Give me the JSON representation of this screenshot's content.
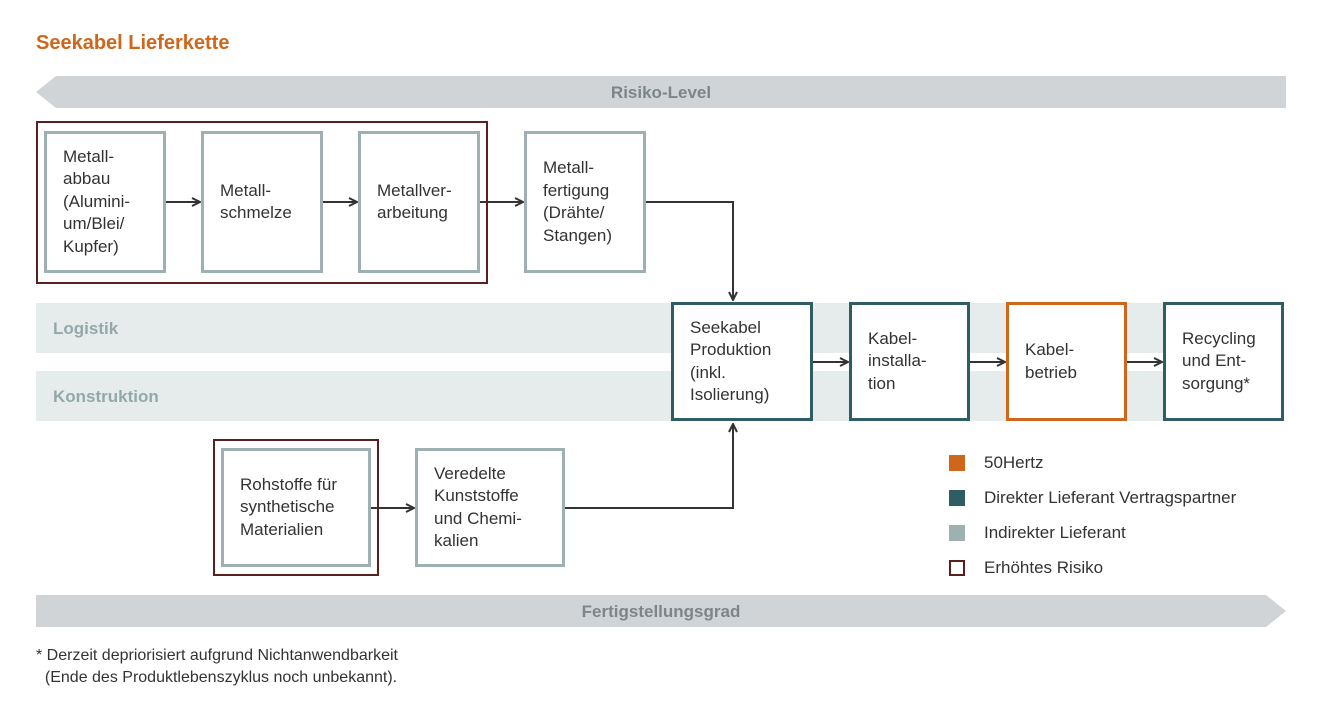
{
  "title": "Seekabel Lieferkette",
  "bars": {
    "top": "Risiko-Level",
    "bottom": "Fertigstellungsgrad"
  },
  "bands": {
    "logistik": "Logistik",
    "konstruktion": "Konstruktion"
  },
  "nodes": {
    "metallabbau": [
      "Metall-",
      "abbau",
      "(Alumini-",
      "um/Blei/",
      "Kupfer)"
    ],
    "metallschmelze": [
      "Metall-",
      "schmelze"
    ],
    "metallverarbeitung": [
      "Metallver-",
      "arbeitung"
    ],
    "metallfertigung": [
      "Metall-",
      "fertigung",
      "(Drähte/",
      "Stangen)"
    ],
    "seekabel_produktion": [
      "Seekabel",
      "Produktion",
      "(inkl.",
      "Isolierung)"
    ],
    "kabelinstallation": [
      "Kabel-",
      "installa-",
      "tion"
    ],
    "kabelbetrieb": [
      "Kabel-",
      "betrieb"
    ],
    "recycling": [
      "Recycling",
      "und Ent-",
      "sorgung*"
    ],
    "rohstoffe": [
      "Rohstoffe für",
      "synthetische",
      "Materialien"
    ],
    "kunststoffe": [
      "Veredelte",
      "Kunststoffe",
      "und Chemi-",
      "kalien"
    ]
  },
  "legend": [
    {
      "label": "50Hertz",
      "color": "#d0661a"
    },
    {
      "label": "Direkter Lieferant Vertragspartner",
      "color": "#2e5e63"
    },
    {
      "label": "Indirekter Lieferant",
      "color": "#9db1b3"
    },
    {
      "label": "Erhöhtes Risiko",
      "color": "#5a1f1f"
    }
  ],
  "footnote": {
    "line1": "* Derzeit depriorisiert aufgrund Nichtanwendbarkeit",
    "line2": "  (Ende des Produktlebenszyklus noch unbekannt)."
  }
}
